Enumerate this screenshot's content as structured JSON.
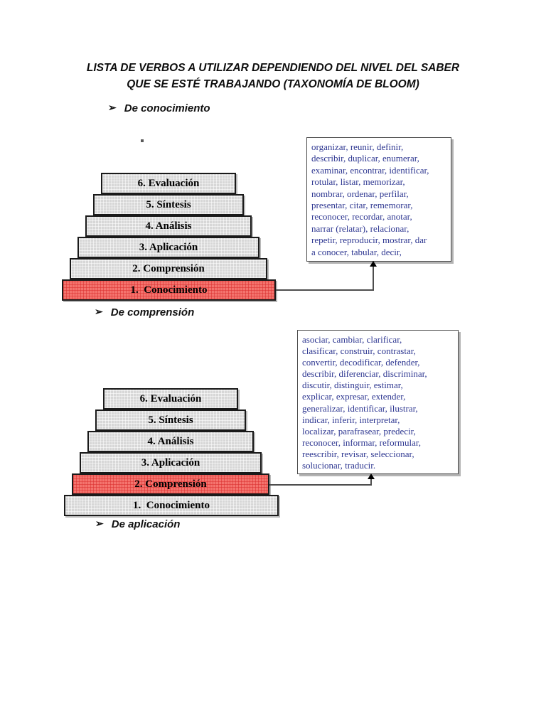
{
  "title": {
    "line1": "LISTA DE VERBOS A UTILIZAR DEPENDIENDO DEL NIVEL DEL SABER",
    "line2": "QUE SE ESTÉ TRABAJANDO (TAXONOMÍA DE BLOOM)"
  },
  "bullets": [
    {
      "marker": "➢",
      "label": "De conocimiento"
    },
    {
      "marker": "➢",
      "label": "De comprensión"
    },
    {
      "marker": "➢",
      "label": "De aplicación"
    }
  ],
  "pyramids": [
    {
      "name": "knowledge-pyramid",
      "highlighted_level": "1. Conocimiento",
      "levels": [
        {
          "label": "6. Evaluación",
          "highlighted": false
        },
        {
          "label": "5. Síntesis",
          "highlighted": false
        },
        {
          "label": "4. Análisis",
          "highlighted": false
        },
        {
          "label": "3. Aplicación",
          "highlighted": false
        },
        {
          "label": "2. Comprensión",
          "highlighted": false
        },
        {
          "label": "1.  Conocimiento",
          "highlighted": true
        }
      ]
    },
    {
      "name": "comprehension-pyramid",
      "highlighted_level": "2. Comprensión",
      "levels": [
        {
          "label": "6. Evaluación",
          "highlighted": false
        },
        {
          "label": "5. Síntesis",
          "highlighted": false
        },
        {
          "label": "4. Análisis",
          "highlighted": false
        },
        {
          "label": "3. Aplicación",
          "highlighted": false
        },
        {
          "label": "2. Comprensión",
          "highlighted": true
        },
        {
          "label": "1.  Conocimiento",
          "highlighted": false
        }
      ]
    }
  ],
  "verb_boxes": [
    {
      "for_level": "Conocimiento",
      "text": "organizar, reunir, definir,\ndescribir, duplicar, enumerar,\nexaminar, encontrar, identificar,\nrotular, listar, memorizar,\nnombrar, ordenar, perfilar,\npresentar, citar, rememorar,\nreconocer, recordar, anotar,\nnarrar (relatar), relacionar,\nrepetir, reproducir, mostrar, dar\na conocer, tabular, decir,"
    },
    {
      "for_level": "Comprensión",
      "text": "asociar, cambiar, clarificar,\nclasificar, construir, contrastar,\nconvertir, decodificar, defender,\ndescribir, diferenciar, discriminar,\ndiscutir, distinguir, estimar,\nexplicar, expresar, extender,\ngeneralizar, identificar, ilustrar,\nindicar, inferir, interpretar,\nlocalizar, parafrasear, predecir,\nreconocer, informar, reformular,\nreescribir, revisar, seleccionar,\nsolucionar, traducir."
    }
  ],
  "colors": {
    "highlight_bar": "#f4746e",
    "gray_bar": "#d7d7d7",
    "verb_text": "#2e3791",
    "arrow": "#4d4d4d"
  }
}
